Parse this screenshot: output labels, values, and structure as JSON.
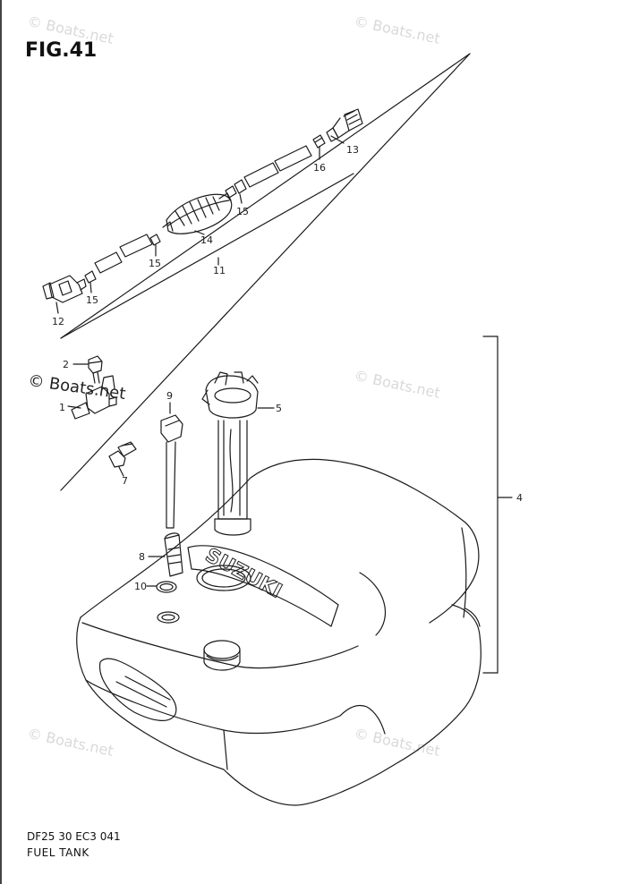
{
  "figure": {
    "title": "FIG.41",
    "code": "DF25 30 EC3  041",
    "caption": "FUEL TANK"
  },
  "watermark": {
    "text": "© Boats.net",
    "color": "#d9d9d9"
  },
  "callouts": {
    "c13": "13",
    "c16": "16",
    "c15a": "15",
    "c14": "14",
    "c15b": "15",
    "c11": "11",
    "c15c": "15",
    "c12": "12",
    "c2": "2",
    "c1": "1",
    "c9": "9",
    "c5": "5",
    "c7": "7",
    "c4": "4",
    "c8": "8",
    "c10": "10"
  },
  "tank_brand": "SUZUKI"
}
